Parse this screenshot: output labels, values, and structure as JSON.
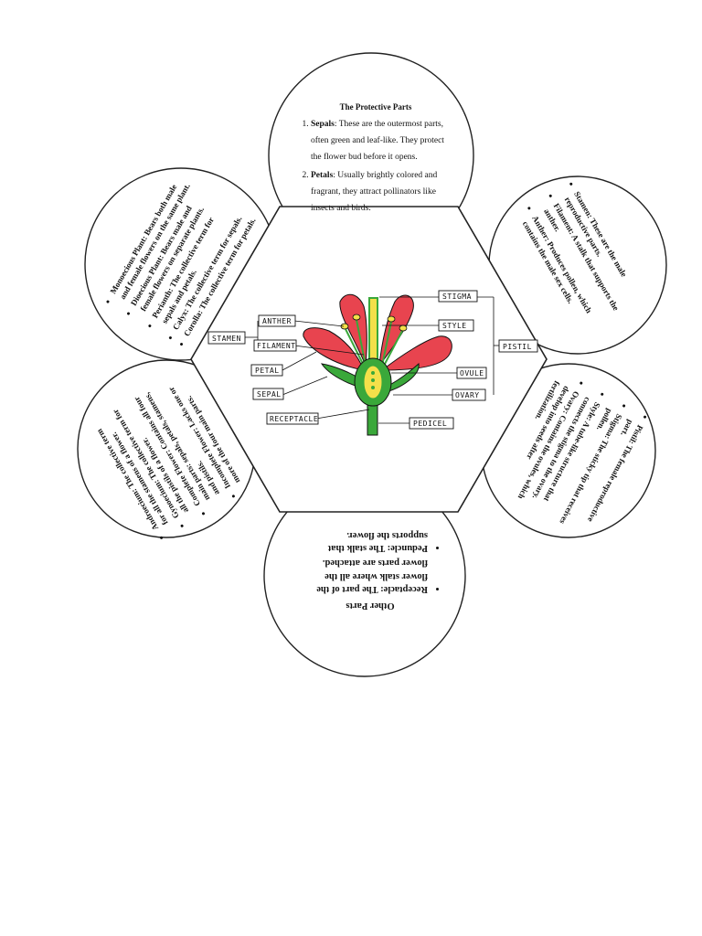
{
  "top": {
    "title": "The Protective Parts",
    "items": [
      {
        "term": "Sepals",
        "text": ": These are the outermost parts, often green and leaf-like. They protect the flower bud before it opens."
      },
      {
        "term": "Petals",
        "text": ": Usually brightly colored and fragrant, they attract pollinators like insects and birds."
      }
    ]
  },
  "upper_right": {
    "items": [
      "Stamen: These are the male reproductive parts.",
      "Filament: A stalk that supports the anther.",
      "Anther: Produces pollen, which contains the male sex cells."
    ]
  },
  "lower_right": {
    "items": [
      "Pistil: The female reproductive part.",
      "Stigma: The sticky tip that receives pollen.",
      "Style: A tube-like structure that connects the stigma to the ovary.",
      "Ovary: Contains the ovules, which develop into seeds after fertilization."
    ]
  },
  "bottom": {
    "title": "Other Parts",
    "items": [
      "Receptacle: The part of the flower stalk where all the flower parts are attached.",
      "Peduncle: The stalk that supports the flower."
    ]
  },
  "lower_left": {
    "items": [
      "Androecium: The collective term for all the stamens of a flower.",
      "Gynoecium: The collective term for all the pistils of a flower.",
      "Complete Flower: Contains all four main parts: sepals, petals, stamens, and pistils.",
      "Incomplete Flower: Lacks one or more of the four main parts."
    ]
  },
  "upper_left": {
    "items": [
      "Monoecious Plant: Bears both male and female flowers on the same plant.",
      "Dioecious Plant: Bears male and female flowers on separate plants.",
      "Perianth: The collective term for sepals and petals.",
      "Calyx: The collective term for sepals.",
      "Corolla: The collective term for petals."
    ]
  },
  "diagram": {
    "labels": {
      "anther": "ANTHER",
      "stamen": "STAMEN",
      "filament": "FILAMENT",
      "petal": "PETAL",
      "sepal": "SEPAL",
      "receptacle": "RECEPTACLE",
      "stigma": "STIGMA",
      "style": "STYLE",
      "pistil": "PISTIL",
      "ovule": "OVULE",
      "ovary": "OVARY",
      "pedicel": "PEDICEL"
    },
    "colors": {
      "petal": "#e8444f",
      "green": "#3aa83a",
      "yellow": "#f4e04a",
      "outline": "#111111"
    }
  }
}
